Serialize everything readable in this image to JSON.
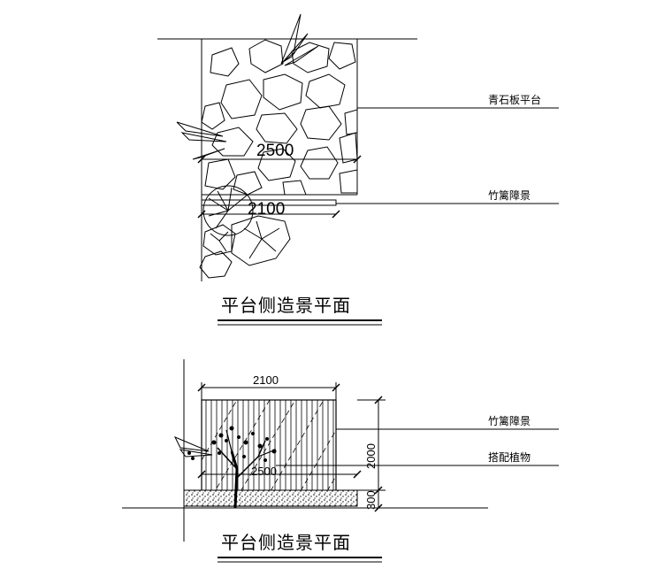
{
  "plan": {
    "label_stone": "青石板平台",
    "label_bamboo": "竹篱障景",
    "dim_2500": "2500",
    "dim_2100": "2100",
    "title": "平台侧造景平面"
  },
  "elevation": {
    "dim_2100": "2100",
    "dim_2000": "2000",
    "dim_300": "300",
    "dim_2500": "2500",
    "label_bamboo": "竹篱障景",
    "label_plants": "搭配植物",
    "title": "平台侧造景平面"
  }
}
